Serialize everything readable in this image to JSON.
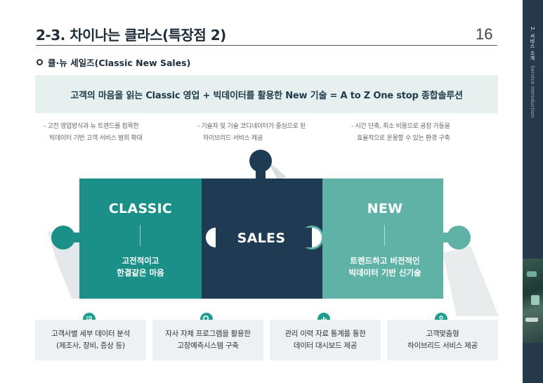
{
  "header": {
    "title_num": "2-3.",
    "title_text": "차이나는 클라스(특장점 2)",
    "page_number": "16",
    "subtitle": "큘·뉴 세일즈(Classic New Sales)"
  },
  "banner": {
    "text": "고객의 마음을 읽는 Classic 영업 + 빅데이터를 활용한 New 기술 = A to Z One stop 종합솔루션"
  },
  "notes": [
    {
      "line1": "- 고전 영업방식과 뉴 트렌드를 접목한",
      "line2": "빅데이터 기반 고객 서비스 범위 확대"
    },
    {
      "line1": "- 기술자 및 기술 코디네이터가 중심으로 된",
      "line2": "하이브리드 서비스 제공"
    },
    {
      "line1": "- 시간 단축, 최소 비용으로 공장 가동을",
      "line2": "효율적으로 운용할 수 있는 환경 구축"
    }
  ],
  "puzzle": {
    "classic": {
      "head": "CLASSIC",
      "line1": "고전적이고",
      "line2": "한결같은 마음"
    },
    "sales": {
      "head": "SALES"
    },
    "new": {
      "head": "NEW",
      "line1": "트렌드하고 비전적인",
      "line2": "빅데이터 기반 신기술"
    }
  },
  "features": [
    {
      "icon": "list-icon",
      "line1": "고객사별 세부 데이터 분석",
      "line2": "(제조사, 장비, 증상 등)"
    },
    {
      "icon": "search-icon",
      "line1": "자사 자체 프로그램을 활용한",
      "line2": "고장예측시스템 구축"
    },
    {
      "icon": "chart-icon",
      "line1": "관리 이력 자료 통계를 통한",
      "line2": "데이터 대시보드 제공"
    },
    {
      "icon": "user-icon",
      "line1": "고객맞춤형",
      "line2": "하이브리드 서비스 제공"
    }
  ],
  "sidebar": {
    "section": "2. 서비스 소개",
    "section_en": "Service Introduction"
  },
  "colors": {
    "teal_dark": "#1b9088",
    "navy": "#1f3a53",
    "teal_light": "#5fb3a6",
    "icon_teal": "#1f9d8e"
  }
}
